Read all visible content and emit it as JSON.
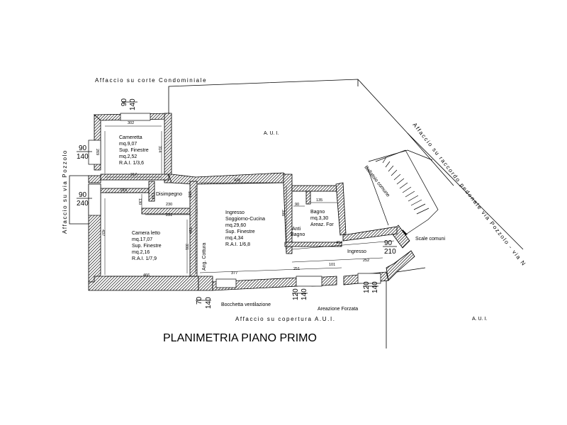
{
  "title": "PLANIMETRIA PIANO PRIMO",
  "affacci": {
    "north": "Affaccio su corte Condominiale",
    "west": "Affaccio su via Pozzolo",
    "east": "Affaccio su raccordo pedonale via Pozzolo - via N",
    "south": "Affaccio su copertura A.U.I."
  },
  "aui": {
    "top": "A. U. I.",
    "bottom_right": "A. U. I."
  },
  "rooms": {
    "cameretta": {
      "name": "Cameretta",
      "area": "mq.9,07",
      "sup": "Sup. Finestre",
      "sup_val": "mq.2,52",
      "rai": "R.A.I. 1/3,6"
    },
    "camera": {
      "name": "Camera letto",
      "area": "mq.17,07",
      "sup": "Sup. Finestre",
      "sup_val": "mq.2,16",
      "rai": "R.A.I. 1/7,9"
    },
    "soggiorno": {
      "l1": "Ingresso",
      "name": "Soggiorno-Cucina",
      "area": "mq.29,60",
      "sup": "Sup. Finestre",
      "sup_val": "mq.4,34",
      "rai": "R.A.I. 1/6,8"
    },
    "bagno": {
      "name": "Bagno",
      "area": "mq.3,30",
      "note": "Areaz. For"
    },
    "antibagno": {
      "l1": "Anti",
      "l2": "Bagno"
    },
    "disimpegno": "Disimpegno",
    "ingresso": "Ingresso",
    "ballatoio": "Ballatoio comune",
    "scale": "Scale comuni",
    "ang_cottura": "Ang. Cottura"
  },
  "notes": {
    "bocchetta": "Bocchetta ventilazione",
    "areazione": "Areazione Forzata"
  },
  "windows": {
    "top": {
      "w": "90",
      "h": "140"
    },
    "west_upper": {
      "w": "90",
      "h": "140"
    },
    "west_lower": {
      "w": "90",
      "h": "240"
    },
    "south1": {
      "w": "70",
      "h": "140"
    },
    "south2": {
      "w": "120",
      "h": "140"
    },
    "south3": {
      "w": "120",
      "h": "140"
    },
    "east": {
      "w": "90",
      "h": "210"
    }
  },
  "dims": {
    "d302": "302",
    "d317": "317",
    "d215": "215",
    "d269": "269",
    "d314": "314",
    "d428": "428",
    "d130": "130",
    "d134": "134",
    "d230": "230",
    "d231": "231",
    "d181": "181",
    "d437": "437",
    "d331": "331",
    "d466": "466",
    "d481": "481",
    "d377": "377",
    "d251": "251",
    "d101": "101",
    "d252": "252",
    "d494": "494",
    "d90": "90",
    "d135": "135",
    "d398": "398"
  }
}
